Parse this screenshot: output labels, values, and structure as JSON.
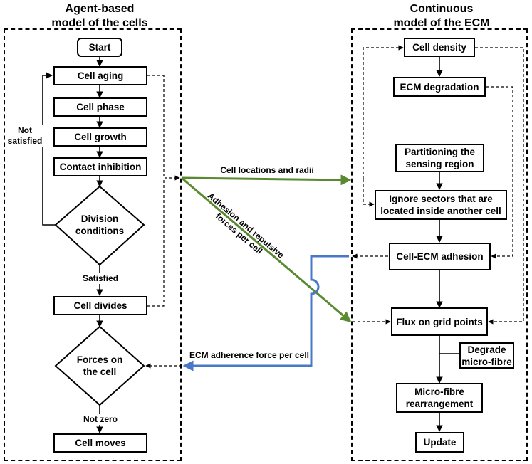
{
  "titles": {
    "left": "Agent-based\nmodel of the cells",
    "right": "Continuous\nmodel of the ECM"
  },
  "left_nodes": {
    "start": "Start",
    "aging": "Cell aging",
    "phase": "Cell phase",
    "growth": "Cell growth",
    "contact": "Contact inhibition",
    "division": "Division\nconditions",
    "divides": "Cell divides",
    "forces": "Forces on\nthe cell",
    "moves": "Cell moves"
  },
  "left_labels": {
    "not_satisfied": "Not\nsatisfied",
    "satisfied": "Satisfied",
    "not_zero": "Not zero"
  },
  "right_nodes": {
    "density": "Cell density",
    "degradation": "ECM degradation",
    "partitioning": "Partitioning the\nsensing region",
    "ignore": "Ignore sectors that are\nlocated inside another cell",
    "adhesion": "Cell-ECM adhesion",
    "flux": "Flux on grid points",
    "degrade_fibre": "Degrade\nmicro-fibre",
    "rearrangement": "Micro-fibre\nrearrangement",
    "update": "Update"
  },
  "connections": {
    "locations": "Cell locations and radii",
    "adhesion_forces": "Adhesion and repulsive\nforces per cell",
    "ecm_force": "ECM adherence force per cell"
  },
  "colors": {
    "green": "#5a8a30",
    "blue": "#4a78c8",
    "black": "#000000"
  }
}
